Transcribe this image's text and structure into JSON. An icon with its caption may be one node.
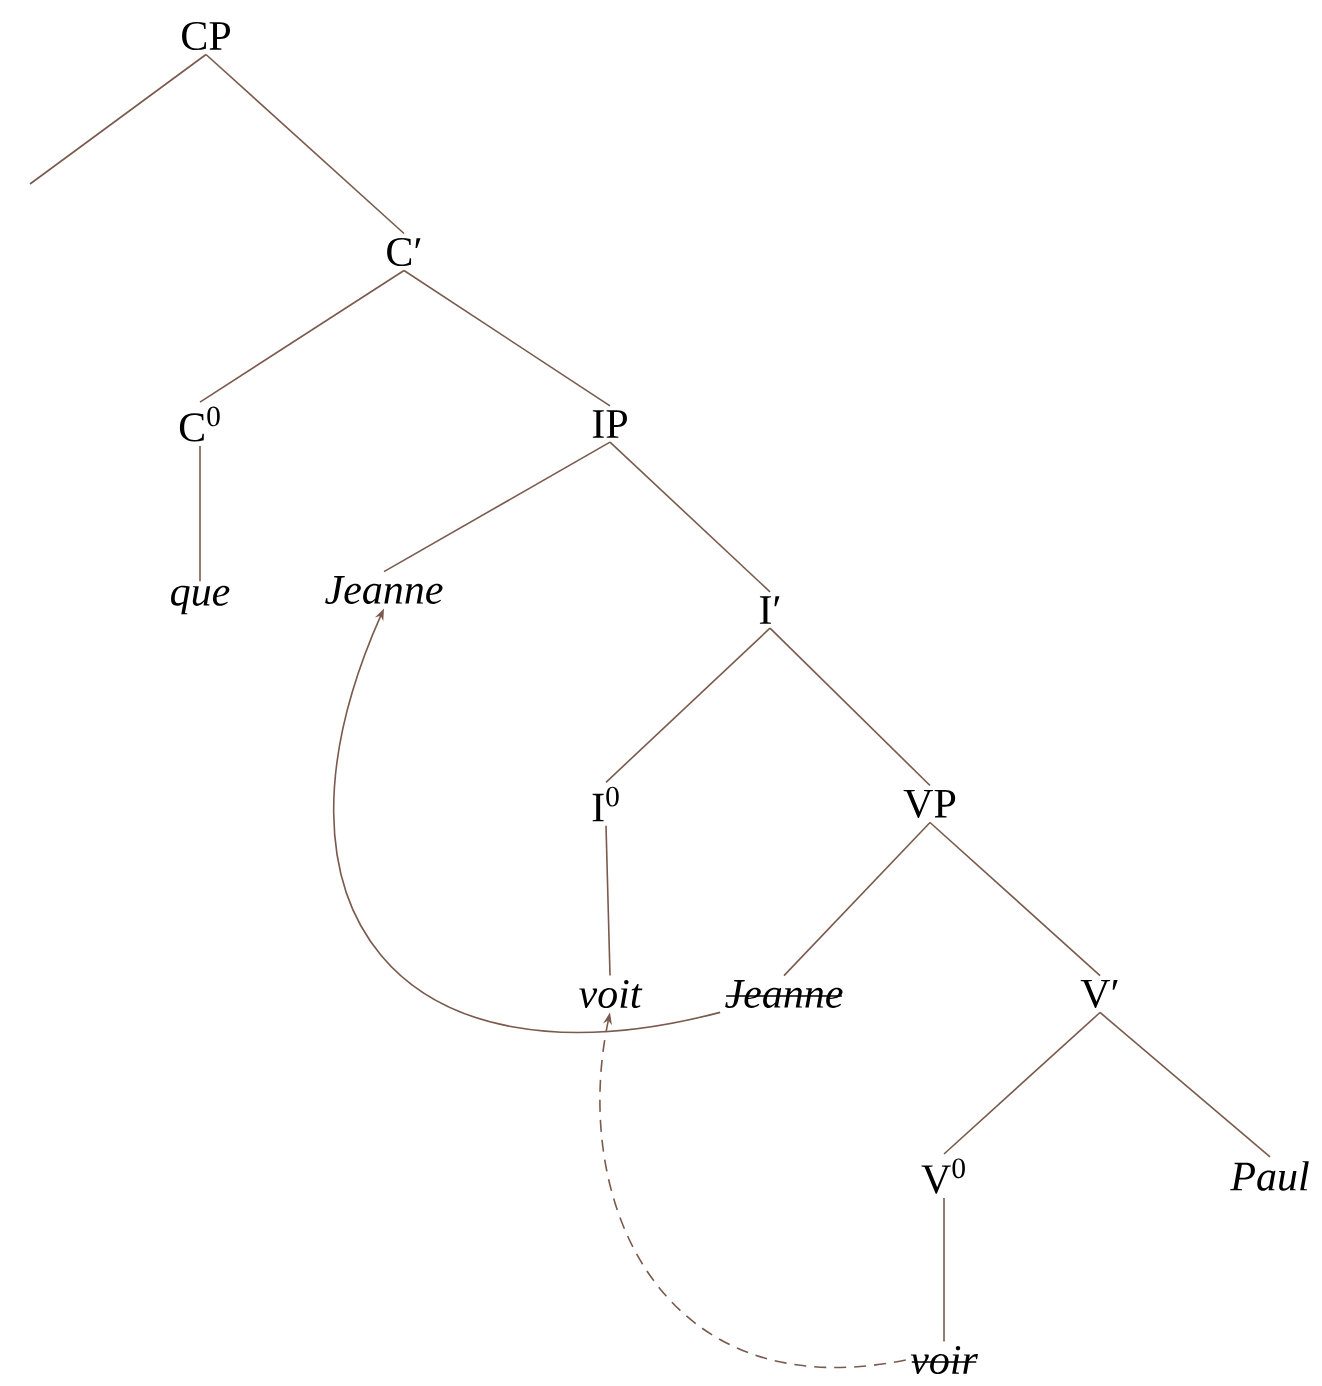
{
  "diagram": {
    "nodes": [
      {
        "text": [
          "CP"
        ]
      },
      {
        "text": [
          "C′"
        ]
      },
      {
        "text": [
          "C$^{0}$"
        ]
      },
      {
        "text": [
          "IP"
        ]
      },
      {
        "text": [
          "que"
        ]
      },
      {
        "text": [
          "Jeanne"
        ]
      },
      {
        "text": [
          "I′"
        ]
      },
      {
        "text": [
          "I$^{0}$"
        ]
      },
      {
        "text": [
          "VP"
        ]
      },
      {
        "text": [
          "voit"
        ]
      },
      {
        "text": [
          "Jeanne"
        ]
      },
      {
        "text": [
          "V′"
        ]
      },
      {
        "text": [
          "V$^{0}$"
        ]
      },
      {
        "text": [
          "Paul"
        ]
      },
      {
        "text": [
          "voir"
        ]
      }
    ],
    "edges": [
      {
        "from": 0,
        "to": null,
        "arrow": "none"
      },
      {
        "from": 0,
        "to": 1,
        "arrow": "none"
      },
      {
        "from": 1,
        "to": 2,
        "arrow": "none"
      },
      {
        "from": 1,
        "to": 3,
        "arrow": "none"
      },
      {
        "from": 2,
        "to": 4,
        "arrow": "none"
      },
      {
        "from": 3,
        "to": 5,
        "arrow": "none"
      },
      {
        "from": 3,
        "to": 6,
        "arrow": "none"
      },
      {
        "from": 6,
        "to": 7,
        "arrow": "none"
      },
      {
        "from": 6,
        "to": 8,
        "arrow": "none"
      },
      {
        "from": 7,
        "to": 9,
        "arrow": "none"
      },
      {
        "from": 8,
        "to": 10,
        "arrow": "none"
      },
      {
        "from": 8,
        "to": 11,
        "arrow": "none"
      },
      {
        "from": 11,
        "to": 12,
        "arrow": "none"
      },
      {
        "from": 11,
        "to": 13,
        "arrow": "none"
      },
      {
        "from": 12,
        "to": 14,
        "arrow": "none"
      },
      {
        "from": 10,
        "to": 5,
        "arrow": "to"
      },
      {
        "from": 14,
        "to": 9,
        "arrow": "to",
        "style": "dashed"
      }
    ]
  }
}
